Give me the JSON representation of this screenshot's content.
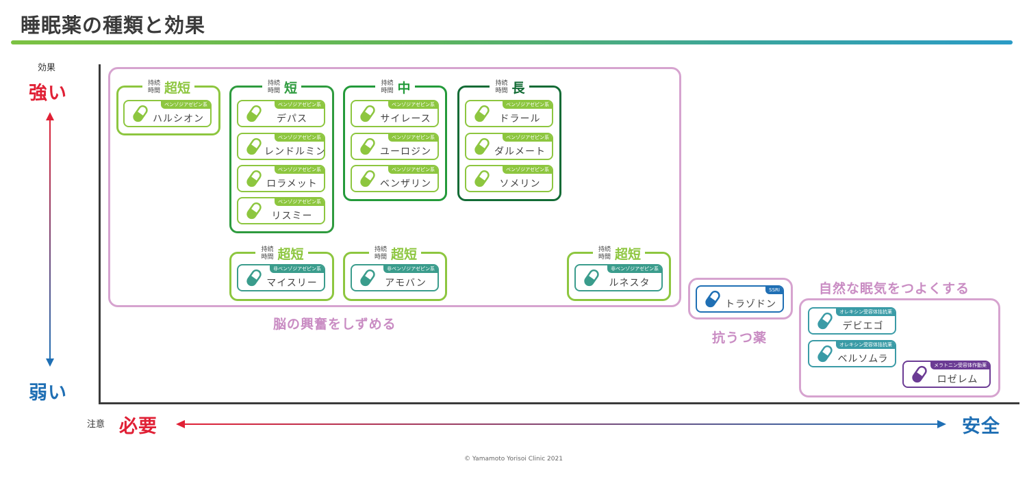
{
  "title": "睡眠薬の種類と効果",
  "y_axis": {
    "caption": "効果",
    "top_label": "強い",
    "bottom_label": "弱い"
  },
  "x_axis": {
    "caption": "注意",
    "left_label": "必要",
    "right_label": "安全"
  },
  "groups": {
    "brain": "脳の興奮をしずめる",
    "antidepressant": "抗うつ薬",
    "natural": "自然な眠気をつよくする"
  },
  "duration_prefix": "持続時間",
  "durations": {
    "ultra_short": "超短",
    "short": "短",
    "medium": "中",
    "long": "長"
  },
  "classes": {
    "benzo": "ベンゾジアゼピン系",
    "non_benzo": "非ベンゾジアゼピン系",
    "ssri": "SSRI",
    "orexin": "オレキシン受容体拮抗薬",
    "melatonin": "メラトニン受容体作動薬"
  },
  "drugs": {
    "halcion": "ハルシオン",
    "depas": "デパス",
    "lendormin": "レンドルミン",
    "rhythmy_lormetazepam": "ロラメット",
    "rhythmy": "リスミー",
    "silece": "サイレース",
    "eurodin": "ユーロジン",
    "benzalin": "ベンザリン",
    "doral": "ドラール",
    "dalmate": "ダルメート",
    "somelin": "ソメリン",
    "myslee": "マイスリー",
    "amoban": "アモバン",
    "lunesta": "ルネスタ",
    "trazodone": "トラゾドン",
    "dayvigo": "デビエゴ",
    "belsomra": "ベルソムラ",
    "rozerem": "ロゼレム"
  },
  "colors": {
    "strong": "#e02035",
    "weak": "#1f6fb4",
    "ultra_short": "#8dc63f",
    "short": "#2e9b3e",
    "medium": "#239a3a",
    "long": "#126b35",
    "non_benzo": "#3a9c8c",
    "ssri": "#1f6fb4",
    "orexin": "#3a9ba6",
    "melatonin": "#6b3b94",
    "group": "#d6a3cf"
  },
  "icons": {
    "pill": "pill-capsule-icon",
    "arrows": "double-headed-arrow"
  },
  "copyright": "© Yamamoto Yorisoi Clinic 2021"
}
